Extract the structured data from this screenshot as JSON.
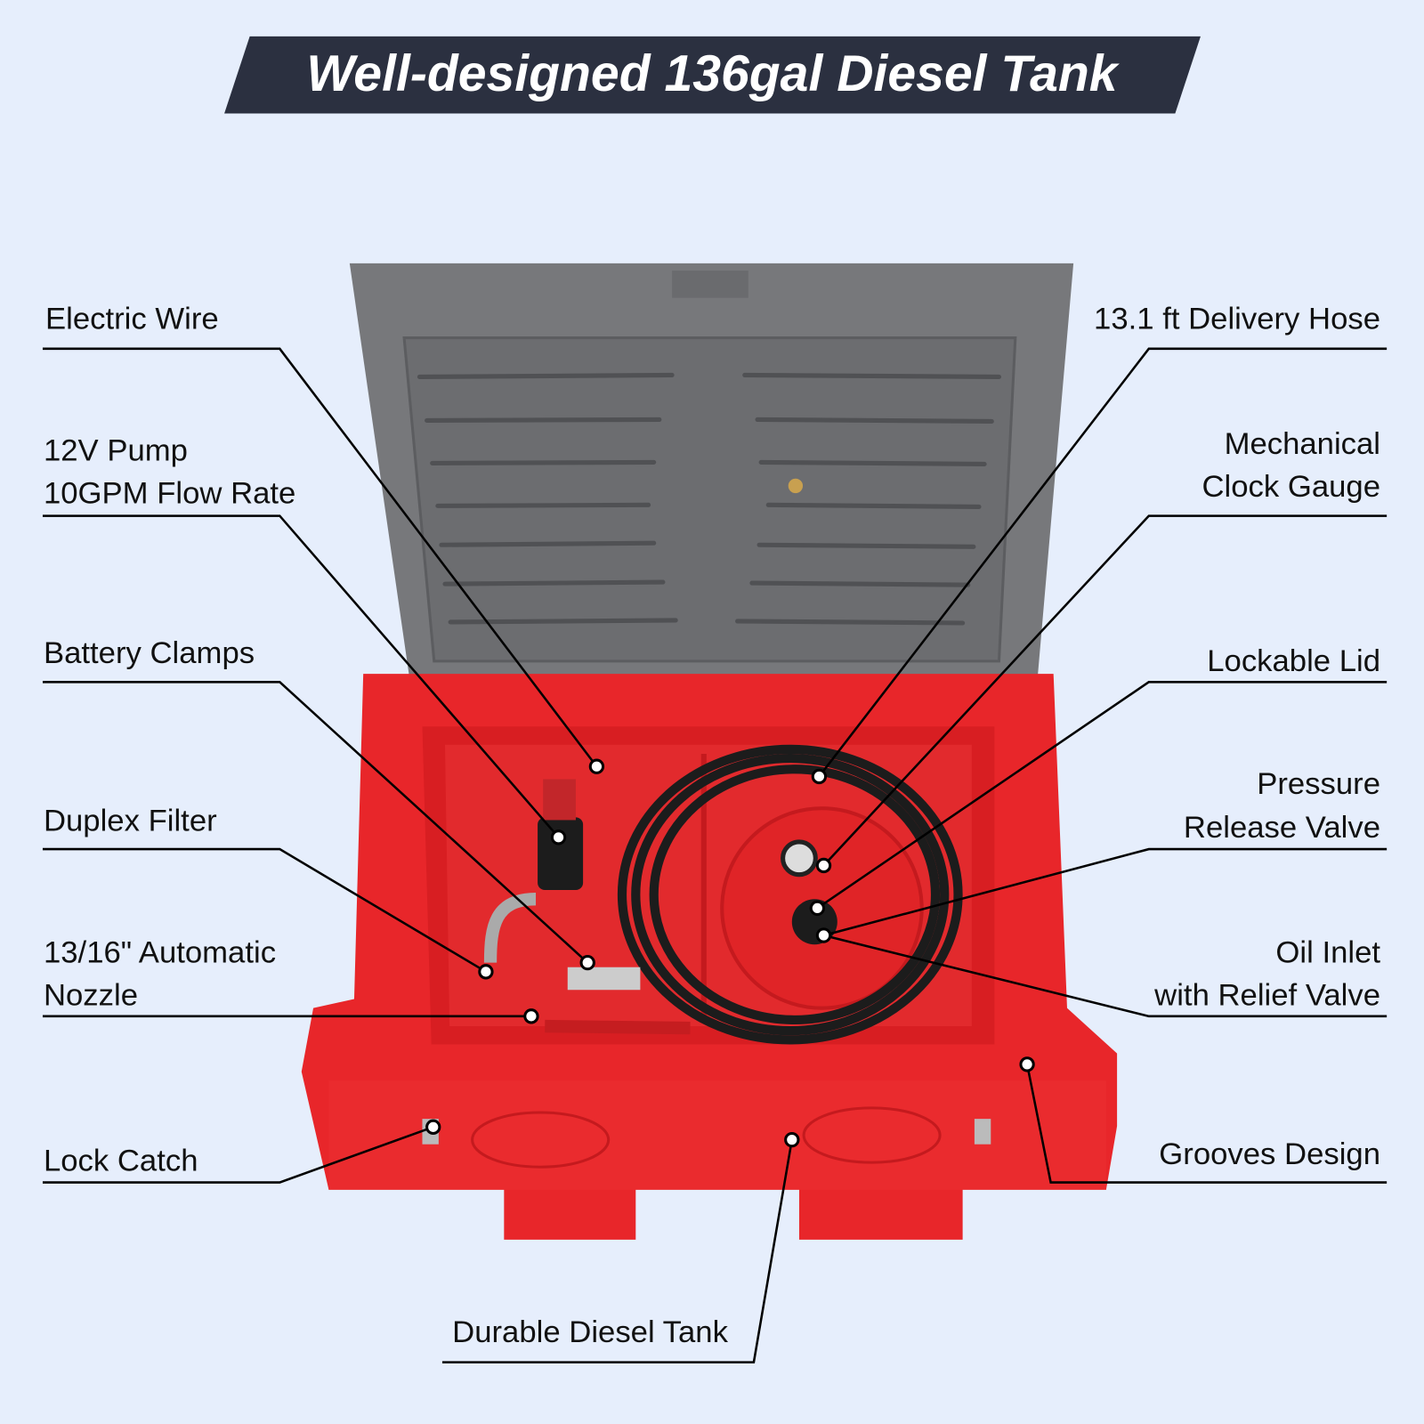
{
  "title": "Well-designed 136gal Diesel Tank",
  "colors": {
    "background": "#e6eefc",
    "banner": "#2b3040",
    "tank_red": "#e8262a",
    "lid_gray": "#7a7b7e"
  },
  "callouts_left": [
    {
      "lines": [
        "Electric Wire"
      ]
    },
    {
      "lines": [
        "12V Pump",
        "10GPM Flow Rate"
      ]
    },
    {
      "lines": [
        "Battery Clamps"
      ]
    },
    {
      "lines": [
        "Duplex Filter"
      ]
    },
    {
      "lines": [
        "13/16\" Automatic",
        "Nozzle"
      ]
    },
    {
      "lines": [
        "Lock Catch"
      ]
    }
  ],
  "callouts_right": [
    {
      "lines": [
        "13.1 ft Delivery Hose"
      ]
    },
    {
      "lines": [
        "Mechanical",
        "Clock Gauge"
      ]
    },
    {
      "lines": [
        "Lockable Lid"
      ]
    },
    {
      "lines": [
        "Pressure",
        "Release Valve"
      ]
    },
    {
      "lines": [
        "Oil Inlet",
        "with Relief Valve"
      ]
    },
    {
      "lines": [
        "Grooves Design"
      ]
    }
  ],
  "callout_bottom": {
    "lines": [
      "Durable Diesel Tank"
    ]
  }
}
